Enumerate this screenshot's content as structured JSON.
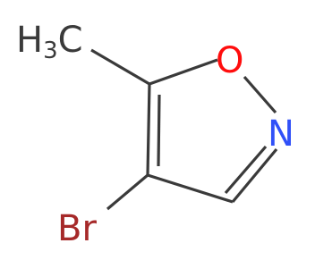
{
  "molecule": {
    "atoms": {
      "methyl": {
        "main": "H",
        "sub": "3",
        "tail": "C",
        "color": "#3a3a3a"
      },
      "oxygen": {
        "label": "O",
        "color": "#ff0d0d"
      },
      "nitrogen": {
        "label": "N",
        "color": "#3050f8"
      },
      "bromine": {
        "label": "Br",
        "color": "#a62929"
      }
    },
    "bond_color": "#3a3a3a"
  }
}
